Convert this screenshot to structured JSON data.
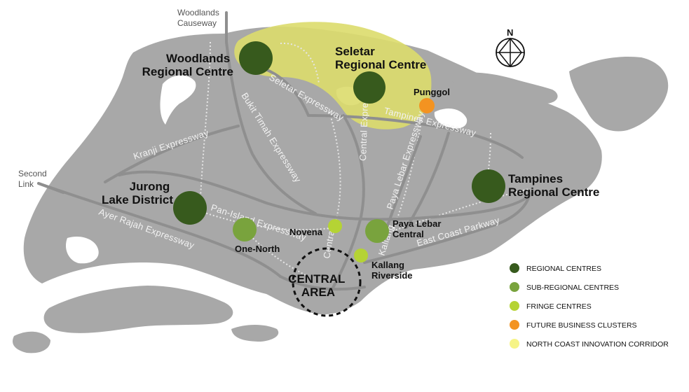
{
  "compass": {
    "letter": "N"
  },
  "external_links": {
    "woodlands_causeway": [
      "Woodlands",
      "Causeway"
    ],
    "second_link": [
      "Second",
      "Link"
    ]
  },
  "expressways": {
    "seletar": "Seletar Expressway",
    "tampines": "Tampines Expressway",
    "kranji": "Kranji Expressway",
    "bukit_timah": "Bukit Timah Expressway",
    "pan_island": "Pan-Island Expressway",
    "ayer_rajah": "Ayer Rajah Expressway",
    "central": "Central Expressway",
    "paya_lebar": "Paya Lebar Expressway",
    "kallang": "Kallang",
    "east_coast": "East Coast Parkway"
  },
  "centres": {
    "woodlands": [
      "Woodlands",
      "Regional Centre"
    ],
    "seletar": [
      "Seletar",
      "Regional Centre"
    ],
    "punggol": "Punggol",
    "tampines": [
      "Tampines",
      "Regional Centre"
    ],
    "jurong": [
      "Jurong",
      "Lake District"
    ],
    "one_north": "One-North",
    "novena": "Novena",
    "paya_lebar": [
      "Paya Lebar",
      "Central"
    ],
    "kallang": [
      "Kallang",
      "Riverside"
    ],
    "central_area": [
      "CENTRAL",
      "AREA"
    ]
  },
  "colors": {
    "land": "#a8a8a8",
    "road": "#8f8f8f",
    "regional": "#375a1d",
    "sub_regional": "#79a33d",
    "fringe": "#b5d334",
    "future_business": "#f39321",
    "corridor": "#f6f487",
    "corridor_fill": "#dcdc6b"
  },
  "legend": [
    {
      "label": "REGIONAL CENTRES",
      "color": "#375a1d"
    },
    {
      "label": "SUB-REGIONAL CENTRES",
      "color": "#79a33d"
    },
    {
      "label": "FRINGE CENTRES",
      "color": "#b5d334"
    },
    {
      "label": "FUTURE BUSINESS CLUSTERS",
      "color": "#f39321"
    },
    {
      "label": "NORTH COAST INNOVATION CORRIDOR",
      "color": "#f6f487"
    }
  ]
}
